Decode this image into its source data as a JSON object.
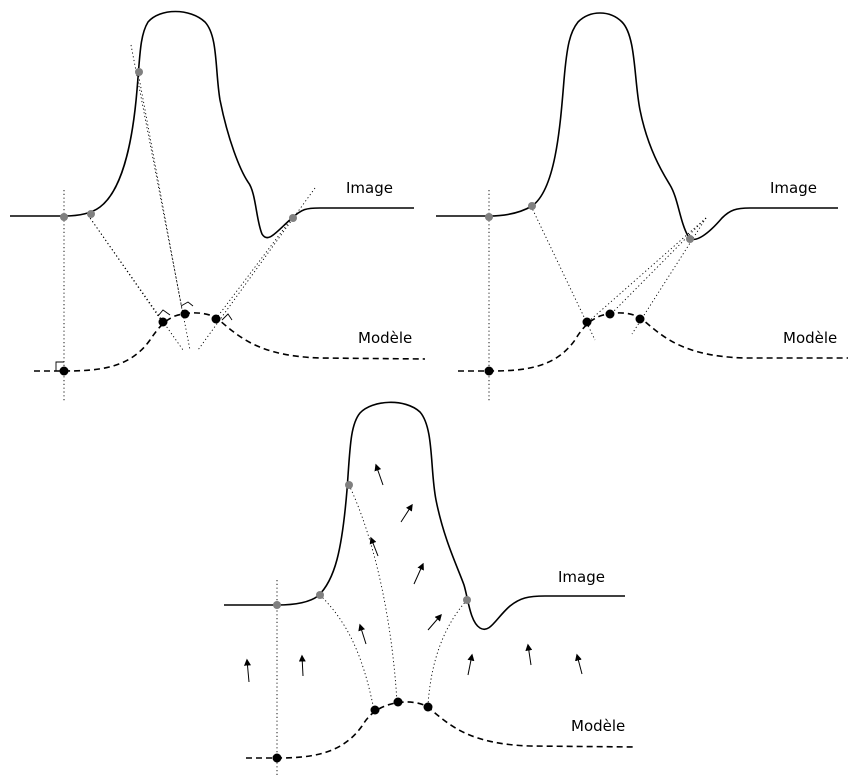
{
  "panels": [
    {
      "id": "top-left",
      "image_label": "Image",
      "model_label": "Modèle"
    },
    {
      "id": "top-right",
      "image_label": "Image",
      "model_label": "Modèle"
    },
    {
      "id": "bottom",
      "image_label": "Image",
      "model_label": "Modèle"
    }
  ],
  "colors": {
    "image_points": "#808080",
    "model_points": "#000000",
    "lines": "#000000"
  }
}
